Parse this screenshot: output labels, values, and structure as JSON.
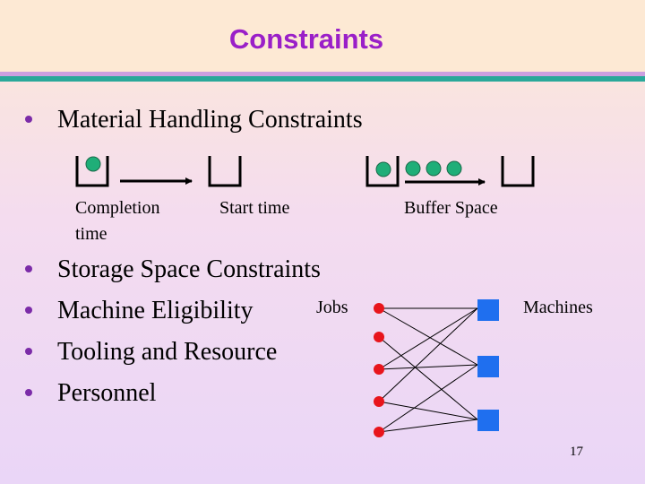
{
  "slide": {
    "title": "Constraints",
    "page_number": "17"
  },
  "bullets": [
    {
      "text": "Material Handling Constraints"
    },
    {
      "text": "Storage Space Constraints"
    },
    {
      "text": "Machine Eligibility"
    },
    {
      "text": "Tooling and Resource"
    },
    {
      "text": "Personnel"
    }
  ],
  "material_handling_diagram": {
    "completion_label_line1": "Completion",
    "completion_label_line2": "time",
    "start_label": "Start time",
    "buffer_label": "Buffer Space"
  },
  "eligibility_diagram": {
    "jobs_label": "Jobs",
    "machines_label": "Machines",
    "job_color": "#e8151c",
    "machine_color": "#1f6fef"
  },
  "colors": {
    "title": "#9a1fc8",
    "bullet": "#7b2ba8",
    "job_circle": "#1fae78",
    "band_teal": "#2aa89a",
    "band_lilac": "#cc9fe0"
  }
}
